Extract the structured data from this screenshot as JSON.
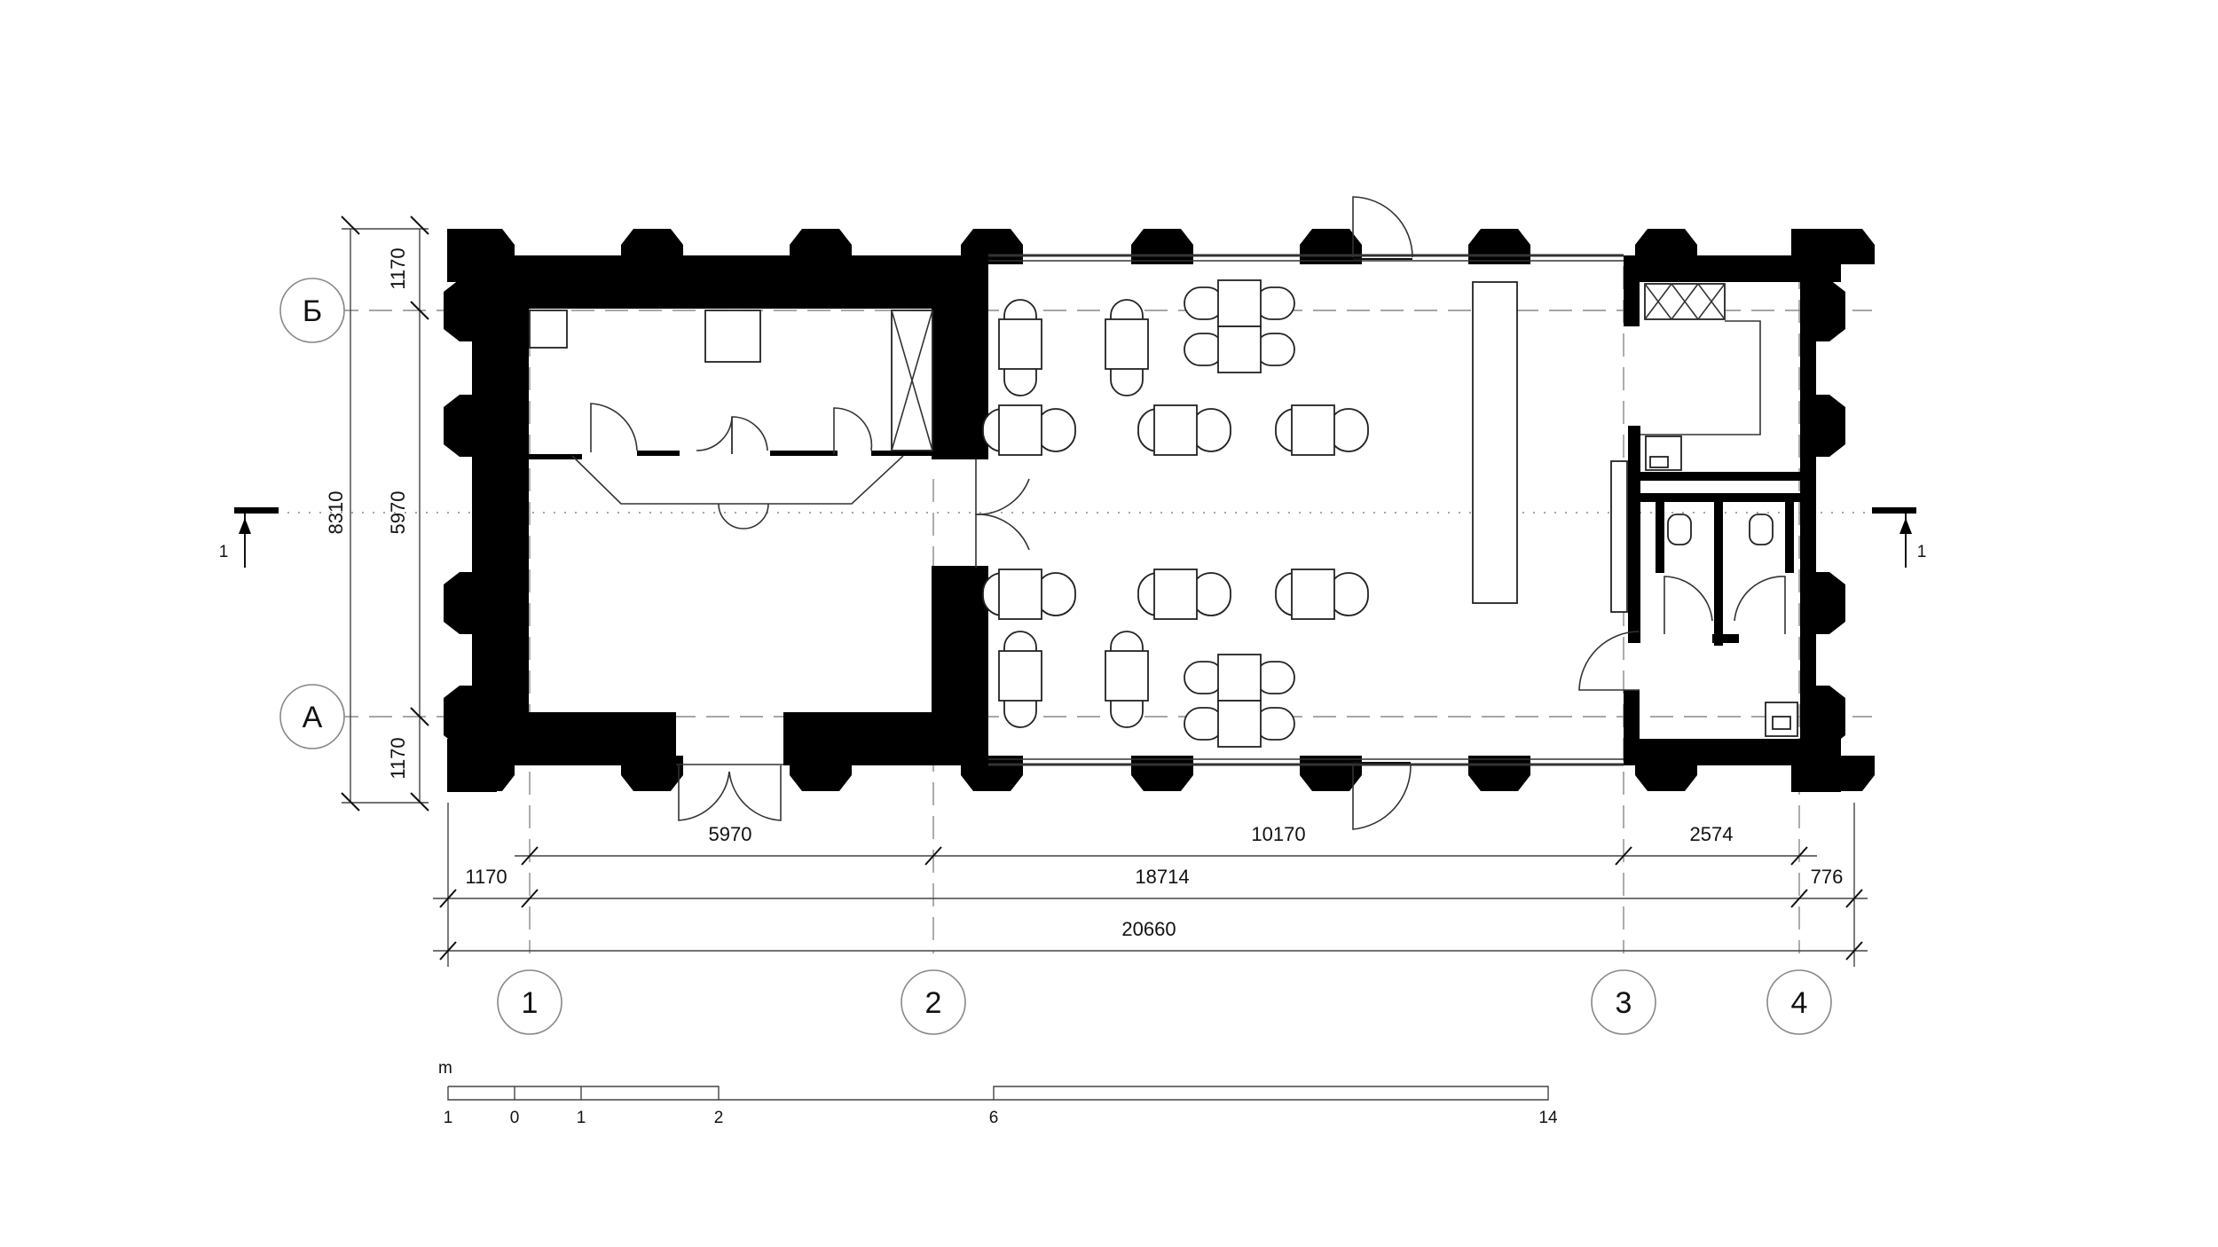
{
  "grid_axes": {
    "columns": [
      "1",
      "2",
      "3",
      "4"
    ],
    "rows": [
      "Б",
      "А"
    ]
  },
  "section_marker": {
    "left": "1",
    "right": "1"
  },
  "dimensions": {
    "top": [
      "5970",
      "10170",
      "2574"
    ],
    "middle": [
      "1170",
      "18714",
      "776"
    ],
    "overall": "20660",
    "vertical_outer": "8310",
    "vertical_top": "1170",
    "vertical_mid": "5970",
    "vertical_bottom": "1170"
  },
  "scale_bar": {
    "unit": "m",
    "labels": [
      "1",
      "0",
      "1",
      "2",
      "6",
      "14"
    ]
  }
}
